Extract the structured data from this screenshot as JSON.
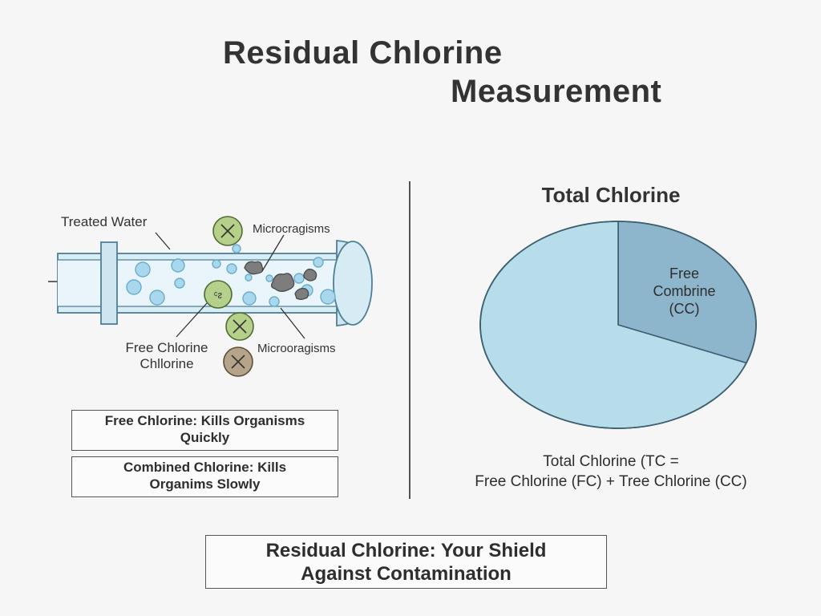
{
  "title": {
    "line1": "Residual Chlorine",
    "line2": "Measurement"
  },
  "diagram": {
    "label_treated_water": "Treated Water",
    "label_microcragisms": "Microcragisms",
    "label_free_chlorine_1": "Free Chlorine",
    "label_free_chlorine_2": "Chllorine",
    "label_microoragisms": "Microoragisms",
    "cell_glyph": "ᶜℂ"
  },
  "info_boxes": {
    "free_line1": "Free Chlorine: Kills Organisms",
    "free_line2": "Quickly",
    "combined_line1": "Combined Chlorine: Kills",
    "combined_line2": "Organims Slowly"
  },
  "chart_data": {
    "type": "pie",
    "title": "Total Chlorine",
    "slices": [
      {
        "label_lines": [
          "Free",
          "Combrine",
          "(CC)"
        ],
        "fraction": 0.31,
        "color": "#8db6cc"
      },
      {
        "label_lines": [],
        "fraction": 0.69,
        "color": "#b7dcea"
      }
    ]
  },
  "formula": {
    "line1": "Total Chlorine (TC =",
    "line2": "Free Chlorine (FC) + Tree Chlorine (CC)"
  },
  "footer": {
    "line1": "Residual Chlorine: Your Shield",
    "line2": "Against Contamination"
  },
  "colors": {
    "pipe_fill": "#d9edf5",
    "pipe_stroke": "#4d7f97",
    "bubble": "#a9d8ee",
    "microbe": "#7a7a7a",
    "green_badge": "#b5d08a",
    "brown_badge": "#b5a48a"
  }
}
